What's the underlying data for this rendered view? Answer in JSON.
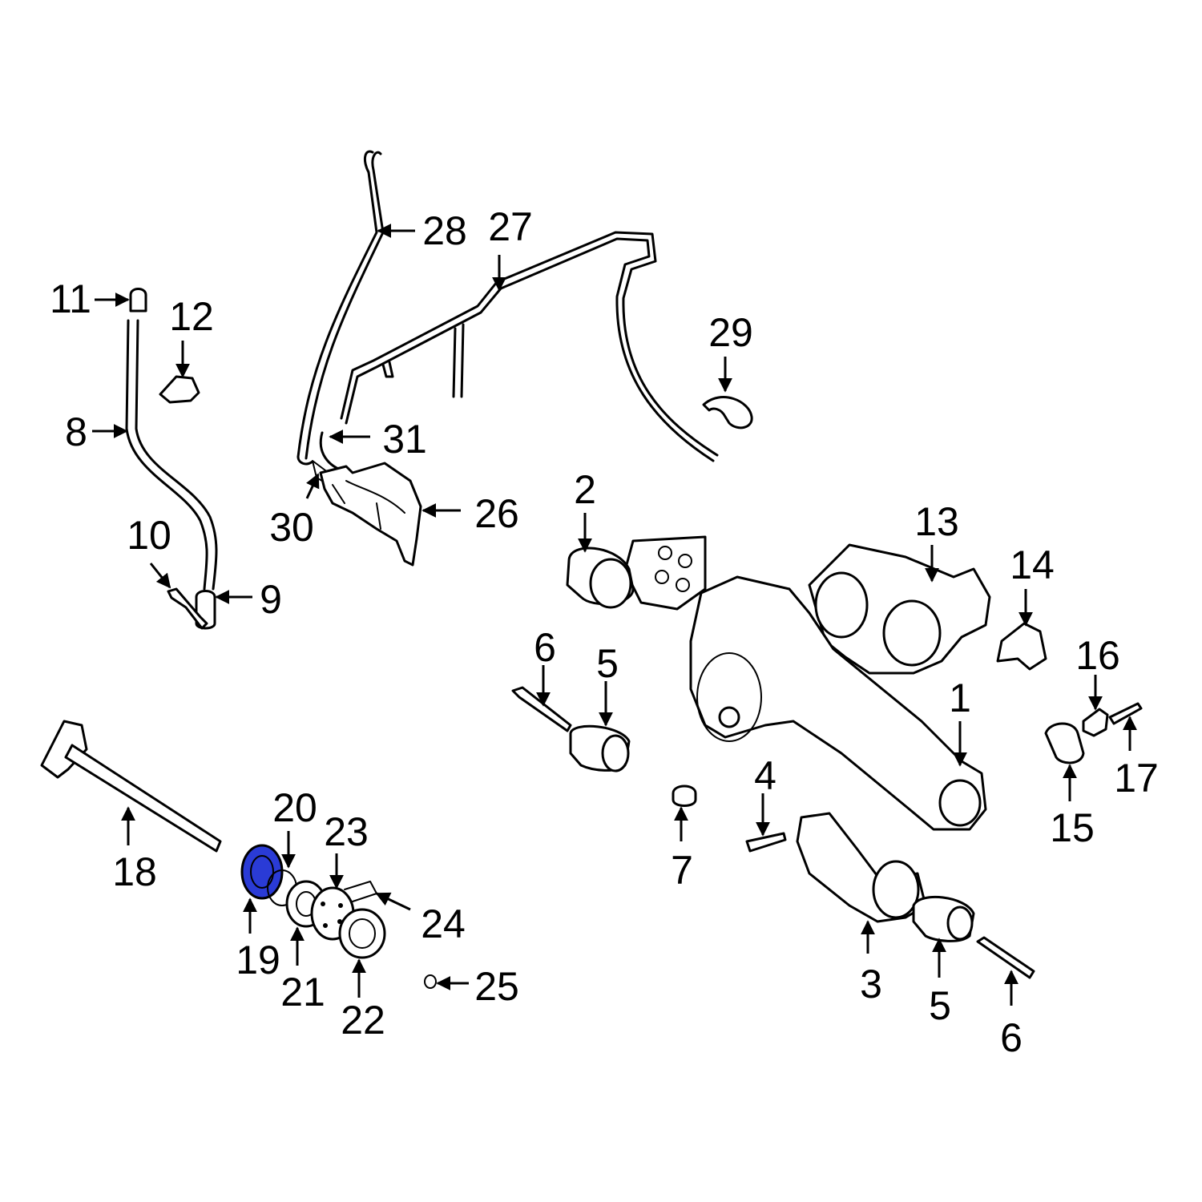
{
  "highlight_color": "#2a3bd6",
  "highlighted_part": "19",
  "callouts": {
    "c1": "1",
    "c2": "2",
    "c3": "3",
    "c4": "4",
    "c5a": "5",
    "c5b": "5",
    "c6a": "6",
    "c6b": "6",
    "c7": "7",
    "c8": "8",
    "c9": "9",
    "c10": "10",
    "c11": "11",
    "c12": "12",
    "c13": "13",
    "c14": "14",
    "c15": "15",
    "c16": "16",
    "c17": "17",
    "c18": "18",
    "c19": "19",
    "c20": "20",
    "c21": "21",
    "c22": "22",
    "c23": "23",
    "c24": "24",
    "c25": "25",
    "c26": "26",
    "c27": "27",
    "c28": "28",
    "c29": "29",
    "c30": "30",
    "c31": "31"
  }
}
